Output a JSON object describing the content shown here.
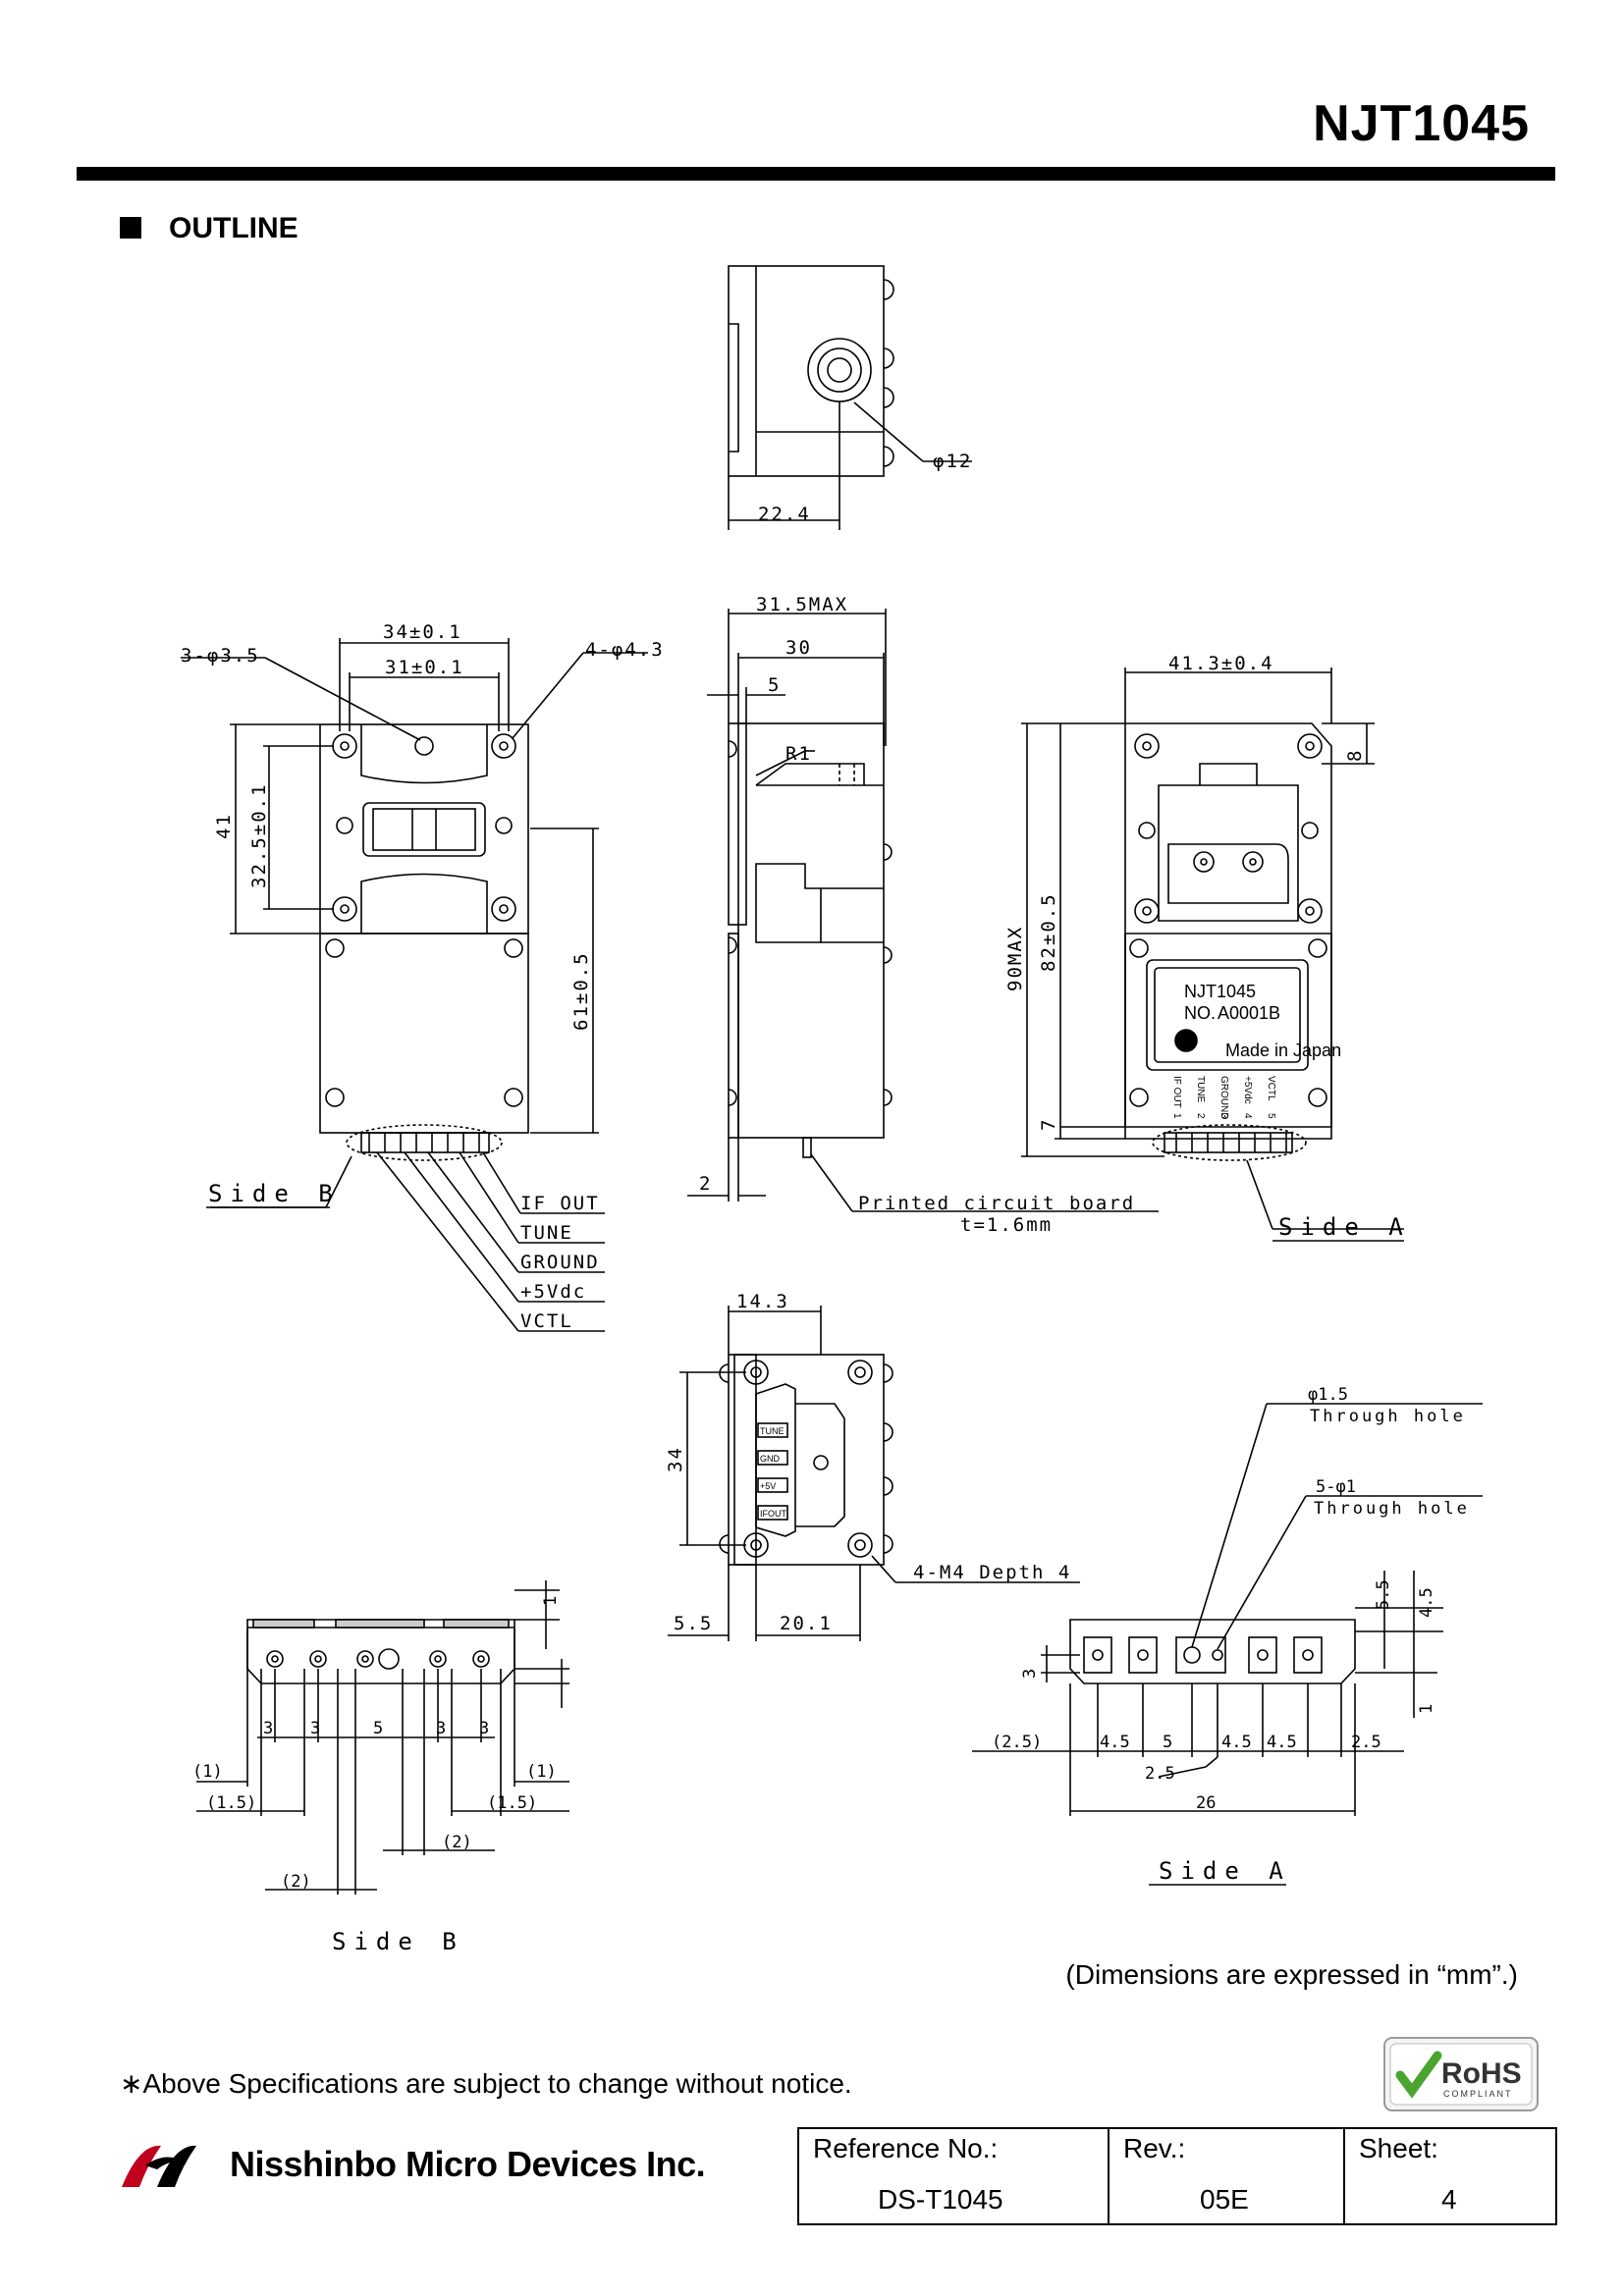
{
  "header": {
    "part_number": "NJT1045"
  },
  "section": {
    "title": "OUTLINE"
  },
  "top_view": {
    "dia": "φ12",
    "width": "22.4"
  },
  "side_b_view": {
    "mounting_holes": "3-φ3.5",
    "corner_holes": "4-φ4.3",
    "dim_34": "34±0.1",
    "dim_31": "31±0.1",
    "dim_41": "41",
    "dim_325": "32.5±0.1",
    "dim_61": "61±0.5",
    "view_label": "Side B",
    "pins": [
      "IF OUT",
      "TUNE",
      "GROUND",
      "+5Vdc",
      "VCTL"
    ]
  },
  "middle_view": {
    "dim_315": "31.5MAX",
    "dim_30": "30",
    "dim_5": "5",
    "radius": "R1",
    "dim_2": "2",
    "pcb_label": "Printed circuit board",
    "pcb_thickness": "t=1.6mm"
  },
  "side_a_view": {
    "dim_413": "41.3±0.4",
    "dim_8": "8",
    "dim_90": "90MAX",
    "dim_82": "82±0.5",
    "dim_7": "7",
    "view_label": "Side A",
    "label_part": "NJT1045",
    "label_no_key": "NO.",
    "label_no_val": "A0001B",
    "label_origin": "Made in Japan",
    "label_pins": [
      "IF OUT",
      "TUNE",
      "GROUND",
      "+5Vdc",
      "VCTL"
    ],
    "label_pin_numbers": [
      "1",
      "2",
      "3",
      "4",
      "5"
    ]
  },
  "bottom_view": {
    "dim_143": "14.3",
    "dim_34": "34",
    "dim_55": "5.5",
    "dim_201": "20.1",
    "thread": "4-M4 Depth 4",
    "pcb_pins": [
      "TUNE",
      "GND",
      "+5V",
      "IFOUT"
    ]
  },
  "side_b_detail": {
    "dim_1": "1",
    "pitches": [
      "3",
      "3",
      "5",
      "3",
      "3"
    ],
    "dim_1_left": "(1)",
    "dim_1_right": "(1)",
    "dim_15_left": "(1.5)",
    "dim_15_right": "(1.5)",
    "dim_2_center": "(2)",
    "dim_2_left": "(2)",
    "view_label": "Side B"
  },
  "side_a_detail": {
    "hole_15": "φ1.5",
    "hole_15_note": "Through hole",
    "hole_1": "5-φ1",
    "hole_1_note": "Through hole",
    "dim_55": "5.5",
    "dim_45v": "4.5",
    "dim_3": "3",
    "dim_1": "1",
    "dim_25_left": "(2.5)",
    "pitches": [
      "4.5",
      "5",
      "4.5",
      "4.5",
      "2.5"
    ],
    "dim_25_below": "2.5",
    "dim_26": "26",
    "view_label": "Side A"
  },
  "units_note": "(Dimensions are expressed in “mm”.)",
  "notice": "∗Above Specifications are subject to change without notice.",
  "company": "Nisshinbo Micro Devices Inc.",
  "rohs": {
    "main": "RoHS",
    "sub": "COMPLIANT"
  },
  "footer": {
    "ref_label": "Reference No.:",
    "ref_value": "DS-T1045",
    "rev_label": "Rev.:",
    "rev_value": "05E",
    "sheet_label": "Sheet:",
    "sheet_value": "4"
  }
}
